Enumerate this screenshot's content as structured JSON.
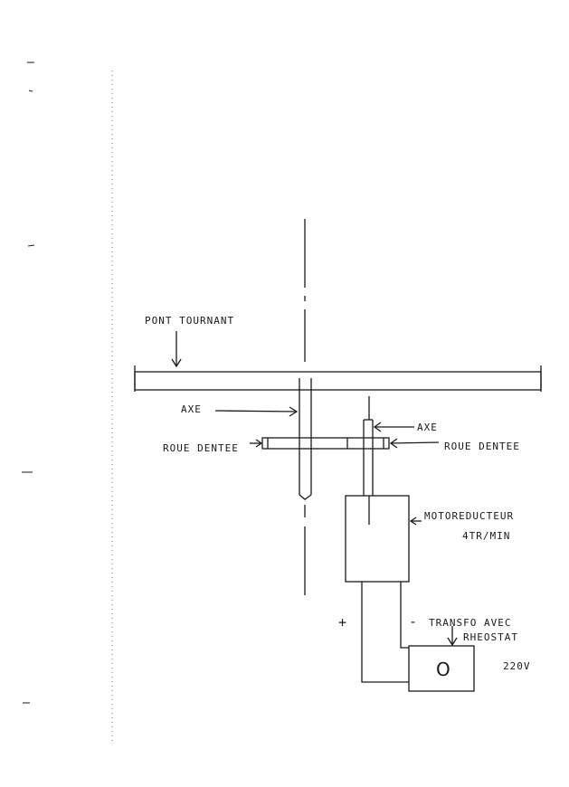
{
  "labels": {
    "pont_tournant": "PONT TOURNANT",
    "axe_left": "AXE",
    "axe_right": "AXE",
    "roue_dentee_left": "ROUE DENTEE",
    "roue_dentee_right": "ROUE DENTEE",
    "motoreducteur_line1": "MOTOREDUCTEUR",
    "motoreducteur_line2": "4TR/MIN",
    "transfo_line1": "TRANSFO AVEC",
    "transfo_line2": "RHEOSTAT",
    "voltage": "220V",
    "plus": "+",
    "minus": "-",
    "transfo_symbol": "O"
  }
}
